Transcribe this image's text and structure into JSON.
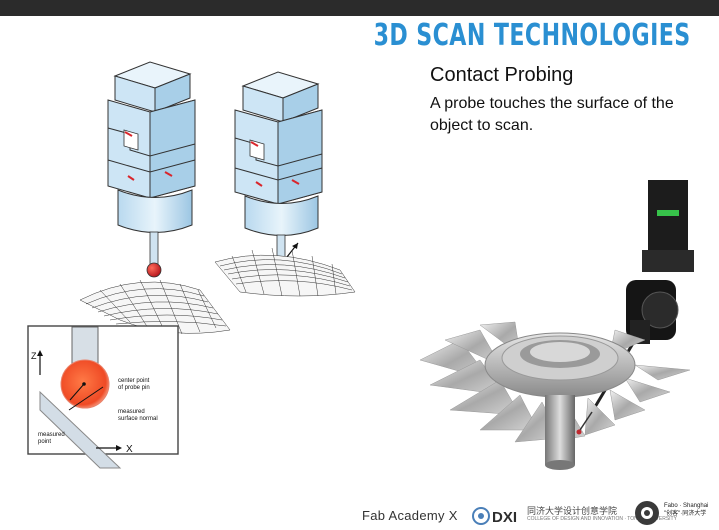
{
  "slide": {
    "title": "3D SCAN TECHNOLOGIES",
    "subtitle": "Contact Probing",
    "description": "A probe touches the surface of the object to scan."
  },
  "inset": {
    "axis_z": "Z",
    "axis_x": "X",
    "label_center": [
      "center point",
      "of probe pin"
    ],
    "label_normal": [
      "measured",
      "surface normal"
    ],
    "label_point": [
      "measured",
      "point"
    ]
  },
  "footer": {
    "fab_academy": "Fab Academy X",
    "dxi": "DXI",
    "tongji": "同济大学设计创意学院",
    "tongji_sub": "COLLEGE OF DESIGN AND INNOVATION · TONGJI UNIVERSITY",
    "fablab": [
      "Fabo · Shanghai",
      "\"创客\"·同济大学"
    ]
  },
  "colors": {
    "title": "#2a8fd2",
    "probe_block": "#cde5f5",
    "probe_ball": "#d9262c",
    "topbar": "#2b2b2b"
  }
}
